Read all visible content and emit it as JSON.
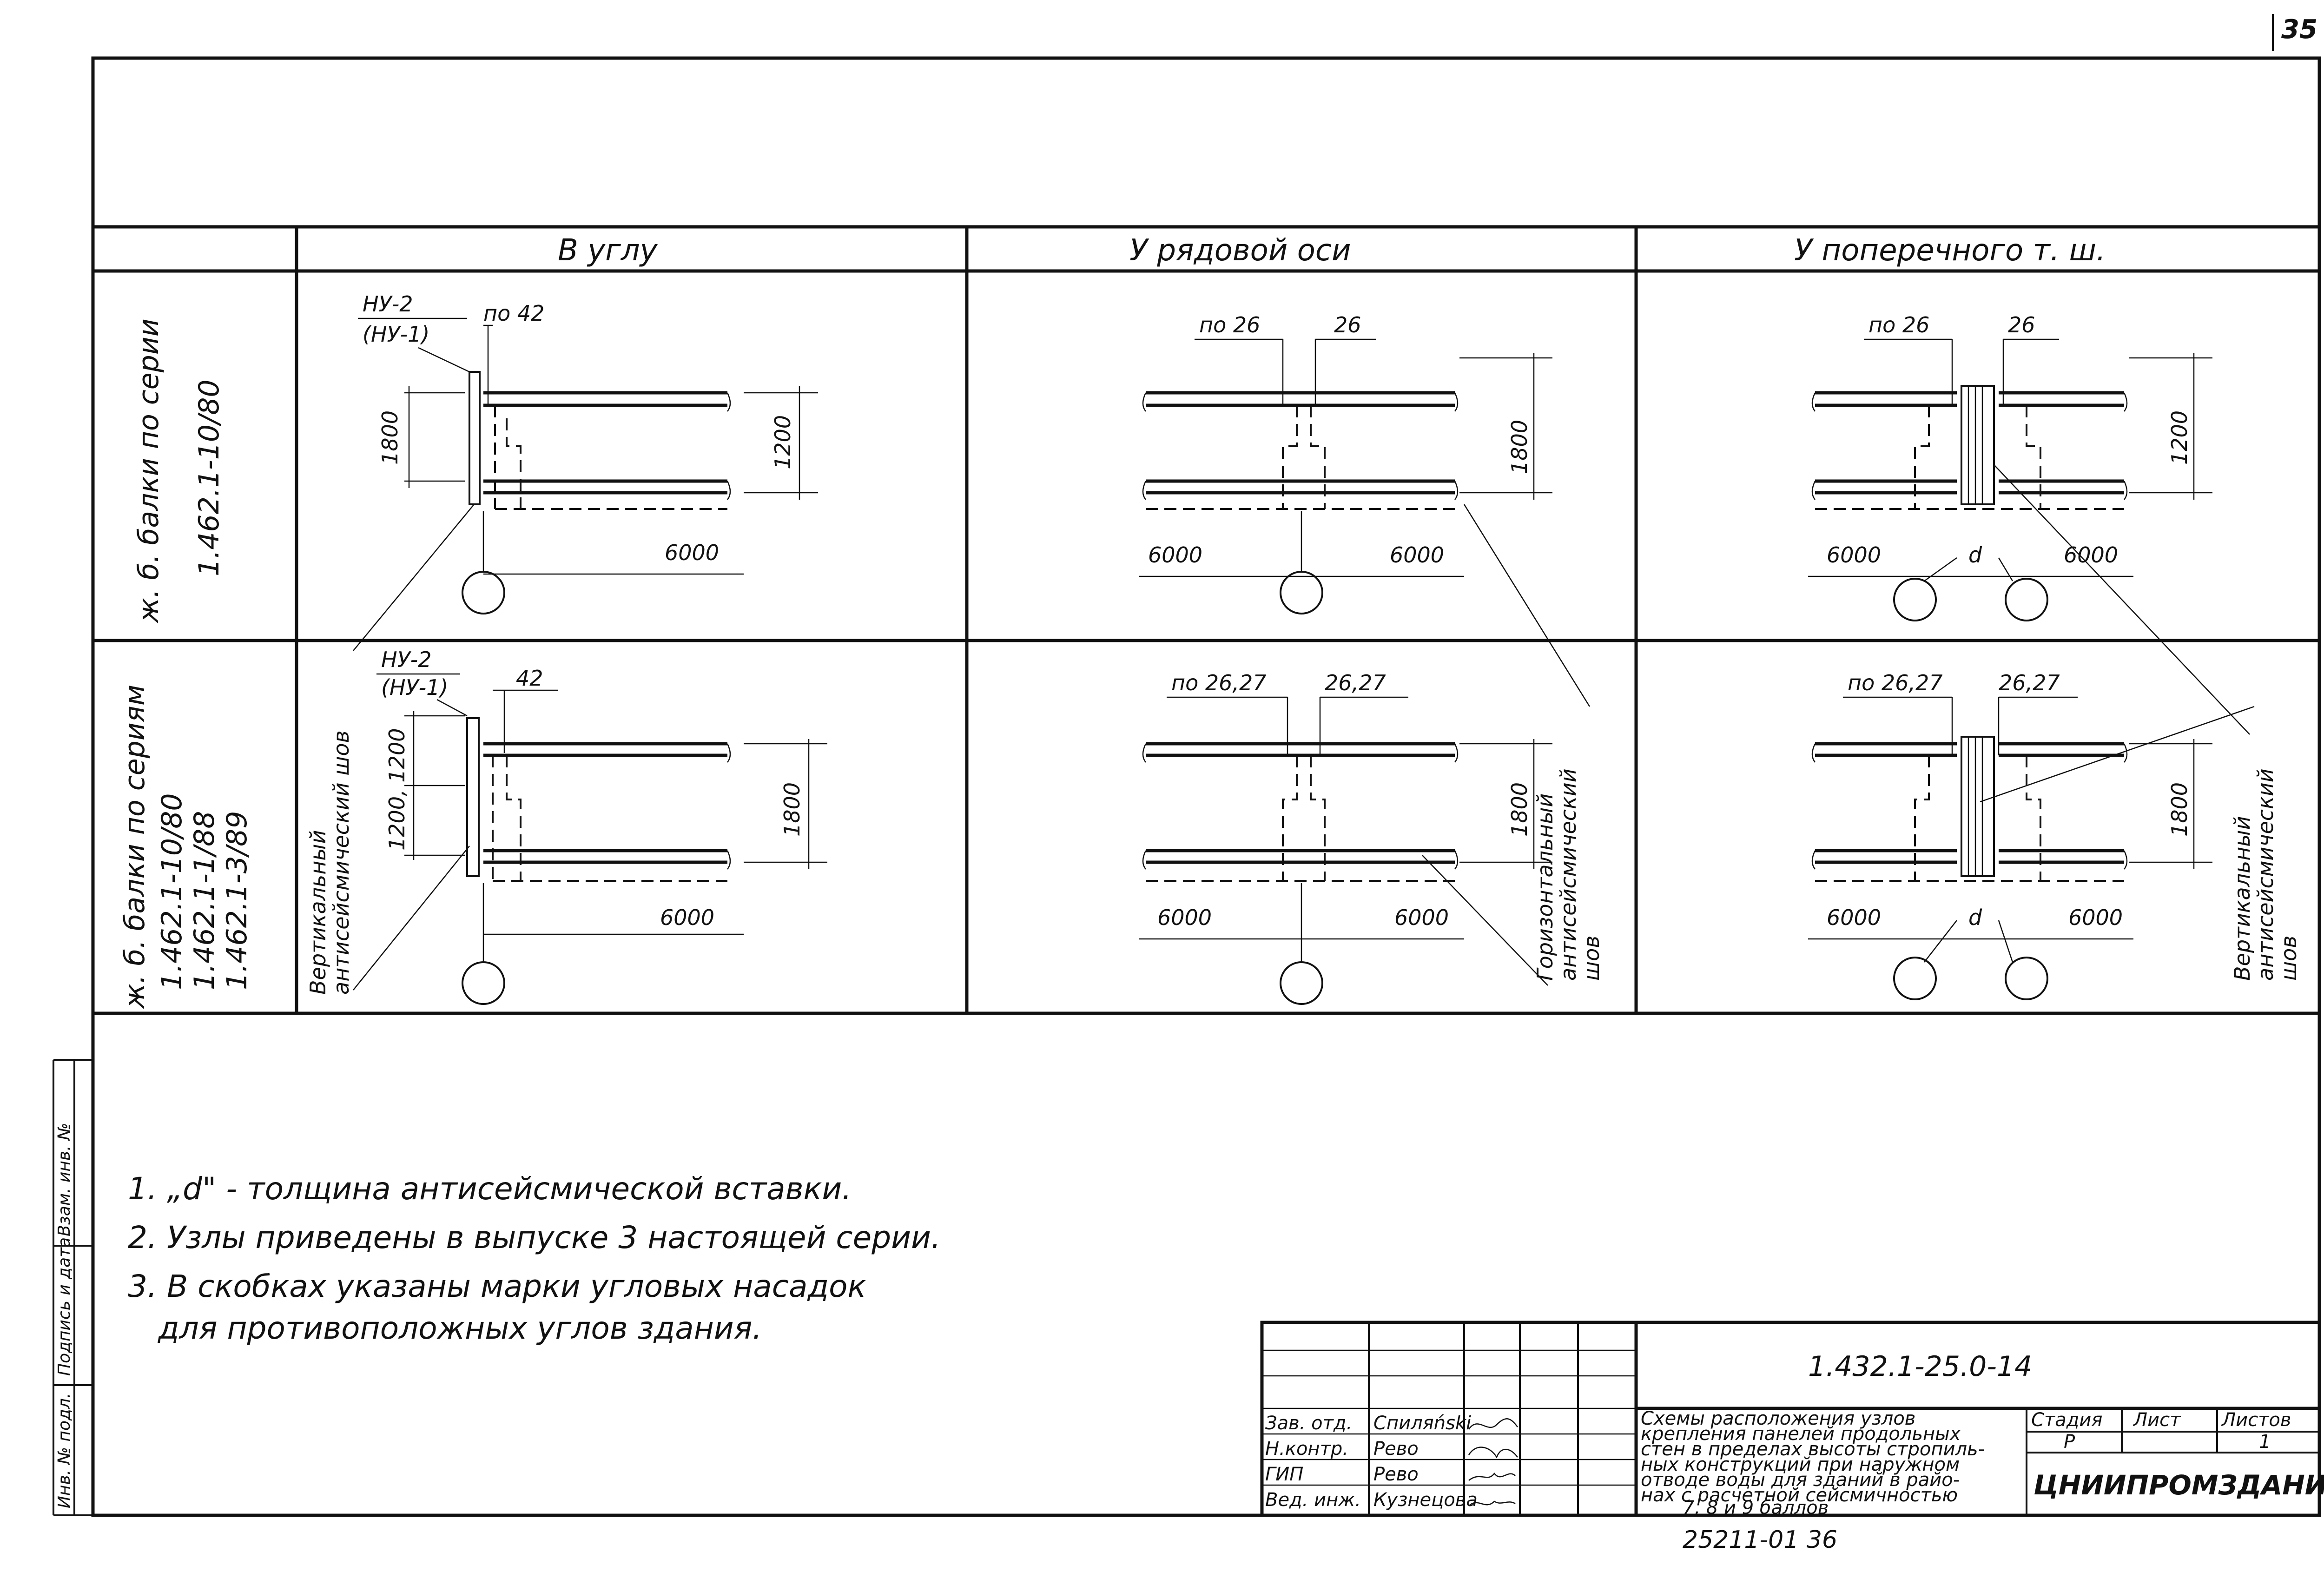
{
  "page_number": "35",
  "columns": {
    "corner": "В углу",
    "row_axis": "У рядовой оси",
    "cross_joint": "У поперечного т. ш."
  },
  "row_labels": {
    "row1": [
      "ж. б. балки по серии",
      "1.462.1-10/80"
    ],
    "row2": [
      "ж. б. балки по сериям",
      "1.462.1-10/80",
      "1.462.1-1/88",
      "1.462.1-3/89"
    ]
  },
  "row1": {
    "corner": {
      "mark": "НУ-2",
      "mark_alt": "(НУ-1)",
      "node": "по 42",
      "dim_left": "1800",
      "dim_right": "1200",
      "dim_span": "6000"
    },
    "row_axis": {
      "node_a": "по 26",
      "node_b": "26",
      "dim_right": "1800",
      "span_left": "6000",
      "span_right": "6000"
    },
    "cross_joint": {
      "node_a": "по 26",
      "node_b": "26",
      "dim_right": "1200",
      "span_left": "6000",
      "gap": "d",
      "span_right": "6000"
    }
  },
  "row2": {
    "corner": {
      "mark": "НУ-2",
      "mark_alt": "(НУ-1)",
      "node": "42",
      "dim_left": "1200, 1200",
      "dim_right": "1800",
      "dim_span": "6000",
      "callout": [
        "Вертикальный",
        "антисейсмический шов"
      ]
    },
    "row_axis": {
      "node_a": "по 26,27",
      "node_b": "26,27",
      "dim_right": "1800",
      "span_left": "6000",
      "span_right": "6000",
      "callout": [
        "Горизонтальный",
        "антисейсмический",
        "шов"
      ]
    },
    "cross_joint": {
      "node_a": "по 26,27",
      "node_b": "26,27",
      "dim_right": "1800",
      "span_left": "6000",
      "gap": "d",
      "span_right": "6000",
      "callout": [
        "Вертикальный",
        "антисейсмический",
        "шов"
      ]
    }
  },
  "notes": [
    "1. „d\" - толщина антисейсмической вставки.",
    "2. Узлы приведены в выпуске 3 настоящей серии.",
    "3. В скобках указаны марки угловых насадок",
    "для противоположных углов здания."
  ],
  "left_strip": [
    "Инв. № подл.",
    "Подпись и дата",
    "Взам. инв. №"
  ],
  "title_block": {
    "code": "1.432.1-25.0-14",
    "description": [
      "Схемы расположения узлов",
      "крепления панелей продольных",
      "стен в пределах высоты стропиль-",
      "ных конструкций при наружном",
      "отводе воды для зданий в райо-",
      "нах с расчетной сейсмичностью",
      "7, 8 и 9 баллов"
    ],
    "stage_header": "Стадия",
    "sheet_header": "Лист",
    "sheets_header": "Листов",
    "stage": "Р",
    "sheet": "",
    "sheets": "1",
    "organization": "ЦНИИПРОМЗДАНИЙ",
    "people": [
      {
        "role": "Зав. отд.",
        "name": "Спиляński"
      },
      {
        "role": "Н.контр.",
        "name": "Рево"
      },
      {
        "role": "ГИП",
        "name": "Рево"
      },
      {
        "role": "Вед. инж.",
        "name": "Кузнецова"
      }
    ]
  },
  "bottom_number": "25211-01   36"
}
